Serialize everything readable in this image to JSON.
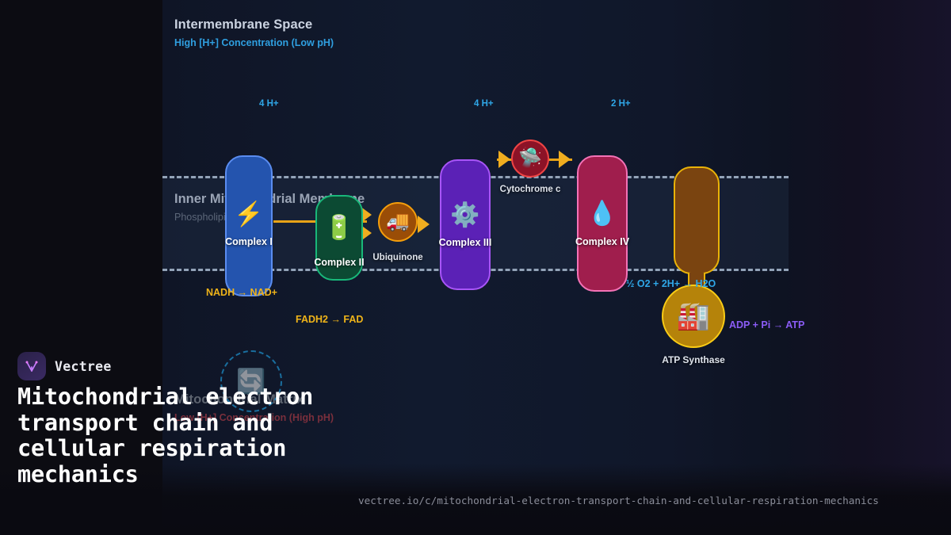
{
  "brand": {
    "name": "Vectree",
    "logo_icon": "vectree-logo-icon"
  },
  "headline": "Mitochondrial electron transport chain and cellular respiration mechanics",
  "url": "vectree.io/c/mitochondrial-electron-transport-chain-and-cellular-respiration-mechanics",
  "diagram": {
    "regions": {
      "intermembrane_space": {
        "title": "Intermembrane Space",
        "subtitle": "High [H+] Concentration (Low pH)"
      },
      "membrane": {
        "title": "Inner Mitochondrial Membrane",
        "subtitle": "Phospholipid Bilayer"
      },
      "matrix": {
        "title": "Mitochondrial Matrix",
        "subtitle": "Low [H+] Concentration (High pH)",
        "icon": "exchange-arrows-icon"
      }
    },
    "complexes": [
      {
        "label": "Complex I",
        "icon": "lightning-bolt-icon",
        "glyph": "⚡",
        "fill": "#2454ae",
        "border": "#5b8df0"
      },
      {
        "label": "Complex II",
        "icon": "battery-icon",
        "glyph": "🔋",
        "fill": "#0c4a33",
        "border": "#19b87a"
      },
      {
        "label": "Complex III",
        "icon": "gear-icon",
        "glyph": "⚙️",
        "fill": "#5b21b6",
        "border": "#a855f7"
      },
      {
        "label": "Complex IV",
        "icon": "water-drop-icon",
        "glyph": "💧",
        "fill": "#a01e4d",
        "border": "#f472b6"
      },
      {
        "label": "ATP Synthase",
        "icon": "factory-icon",
        "glyph": "🏭",
        "fill": "#7a4410",
        "border": "#eab308"
      }
    ],
    "carriers": [
      {
        "label": "Ubiquinone",
        "icon": "truck-icon",
        "glyph": "🚚",
        "fill": "#9a4d07",
        "border": "#f59e0b"
      },
      {
        "label": "Cytochrome c",
        "icon": "ufo-icon",
        "glyph": "🛸",
        "fill": "#8c1327",
        "border": "#ef4444"
      }
    ],
    "proton_labels": [
      {
        "text": "4 H+"
      },
      {
        "text": "4 H+"
      },
      {
        "text": "2 H+"
      }
    ],
    "reactions": [
      {
        "text": "NADH → NAD+",
        "color": "gold"
      },
      {
        "text": "FADH2 → FAD",
        "color": "gold"
      },
      {
        "text": "½ O2 + 2H+ → H2O",
        "color": "blue"
      },
      {
        "text": "ADP + Pi → ATP",
        "color": "violet"
      }
    ],
    "colors": {
      "proton": "#2fa7e8",
      "arrow": "#f0ad1f",
      "membrane_dash": "#93a3b8"
    }
  }
}
